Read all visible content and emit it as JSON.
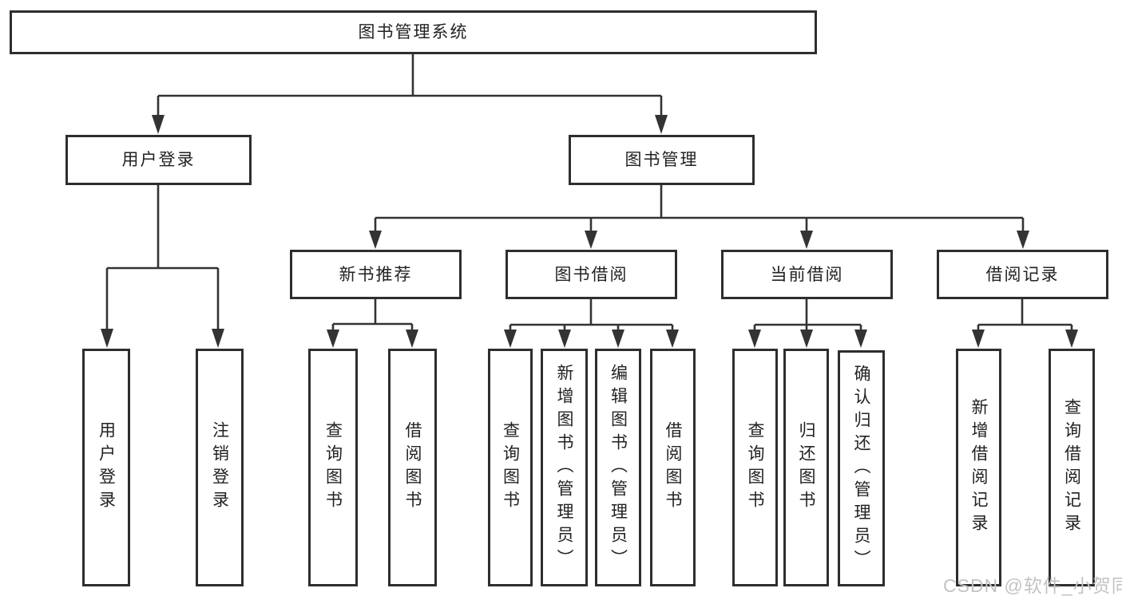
{
  "diagram": {
    "type": "hierarchy",
    "title": "图书管理系统",
    "colors": {
      "line": "#333333",
      "box_border": "#2e2e2e",
      "box_fill": "#ffffff",
      "text": "#222222",
      "background": "#ffffff",
      "watermark": "#c3c3c3"
    },
    "nodes": {
      "root": {
        "label": "图书管理系统",
        "level": 0
      },
      "user_login": {
        "label": "用户登录",
        "level": 1,
        "parent": "root"
      },
      "book_mgmt": {
        "label": "图书管理",
        "level": 1,
        "parent": "root"
      },
      "new_book_rec": {
        "label": "新书推荐",
        "level": 2,
        "parent": "book_mgmt"
      },
      "book_borrow": {
        "label": "图书借阅",
        "level": 2,
        "parent": "book_mgmt"
      },
      "current_borrow": {
        "label": "当前借阅",
        "level": 2,
        "parent": "book_mgmt"
      },
      "borrow_records": {
        "label": "借阅记录",
        "level": 2,
        "parent": "book_mgmt"
      },
      "leaf_user_login": {
        "label": "用户登录",
        "level": 3,
        "parent": "user_login"
      },
      "leaf_logout": {
        "label": "注销登录",
        "level": 3,
        "parent": "user_login"
      },
      "leaf_query_book_1": {
        "label": "查询图书",
        "level": 3,
        "parent": "new_book_rec"
      },
      "leaf_borrow_book_1": {
        "label": "借阅图书",
        "level": 3,
        "parent": "new_book_rec"
      },
      "leaf_query_book_2": {
        "label": "查询图书",
        "level": 3,
        "parent": "book_borrow"
      },
      "leaf_add_book": {
        "label": "新增图书（管理员）",
        "level": 3,
        "parent": "book_borrow"
      },
      "leaf_edit_book": {
        "label": "编辑图书（管理员）",
        "level": 3,
        "parent": "book_borrow"
      },
      "leaf_borrow_book_2": {
        "label": "借阅图书",
        "level": 3,
        "parent": "book_borrow"
      },
      "leaf_query_book_3": {
        "label": "查询图书",
        "level": 3,
        "parent": "current_borrow"
      },
      "leaf_return_book": {
        "label": "归还图书",
        "level": 3,
        "parent": "current_borrow"
      },
      "leaf_confirm_return": {
        "label": "确认归还（管理员）",
        "level": 3,
        "parent": "current_borrow"
      },
      "leaf_add_record": {
        "label": "新增借阅记录",
        "level": 3,
        "parent": "borrow_records"
      },
      "leaf_query_record": {
        "label": "查询借阅记录",
        "level": 3,
        "parent": "borrow_records"
      }
    },
    "watermark": "CSDN @软件_小贺同学"
  }
}
